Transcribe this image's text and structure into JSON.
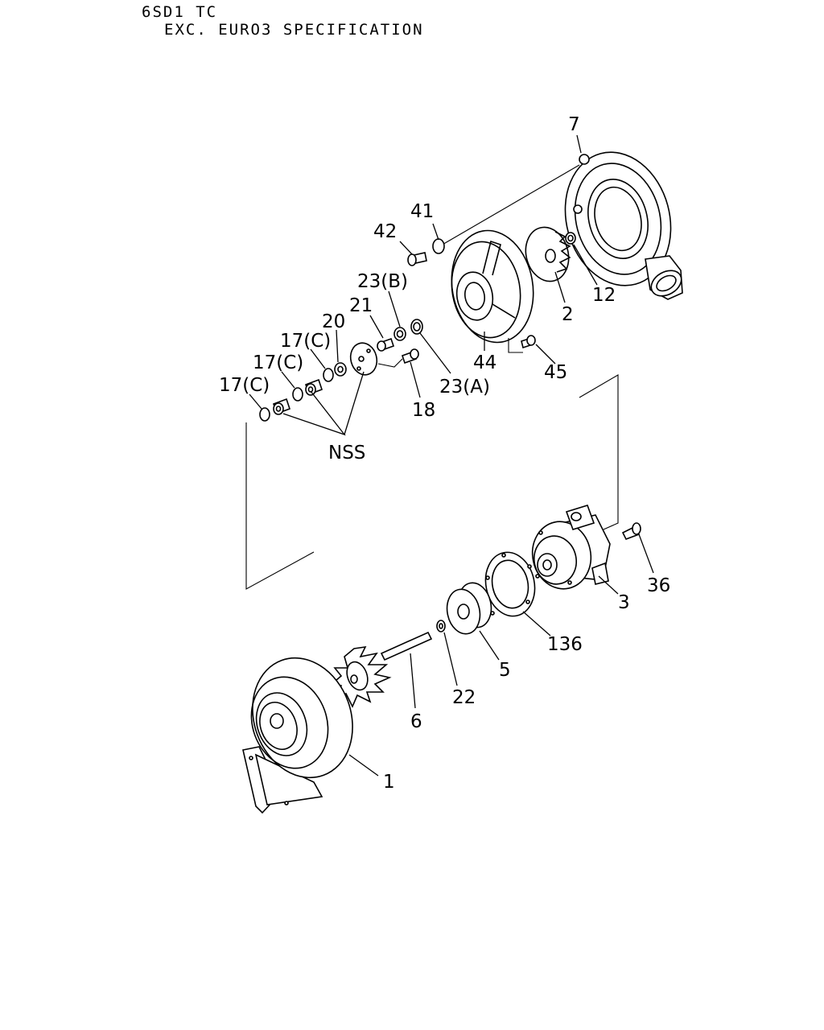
{
  "header": {
    "model": "6SD1 TC",
    "spec": "EXC. EURO3 SPECIFICATION"
  },
  "labels": {
    "p7": "7",
    "p41": "41",
    "p42": "42",
    "p23b": "23(B)",
    "p21": "21",
    "p20": "20",
    "p17c_a": "17(C)",
    "p17c_b": "17(C)",
    "p17c_c": "17(C)",
    "p12": "12",
    "p2": "2",
    "p44": "44",
    "p45": "45",
    "p23a": "23(A)",
    "p18": "18",
    "nss": "NSS",
    "p36": "36",
    "p3": "3",
    "p136": "136",
    "p5": "5",
    "p22": "22",
    "p6": "6",
    "p1": "1"
  }
}
